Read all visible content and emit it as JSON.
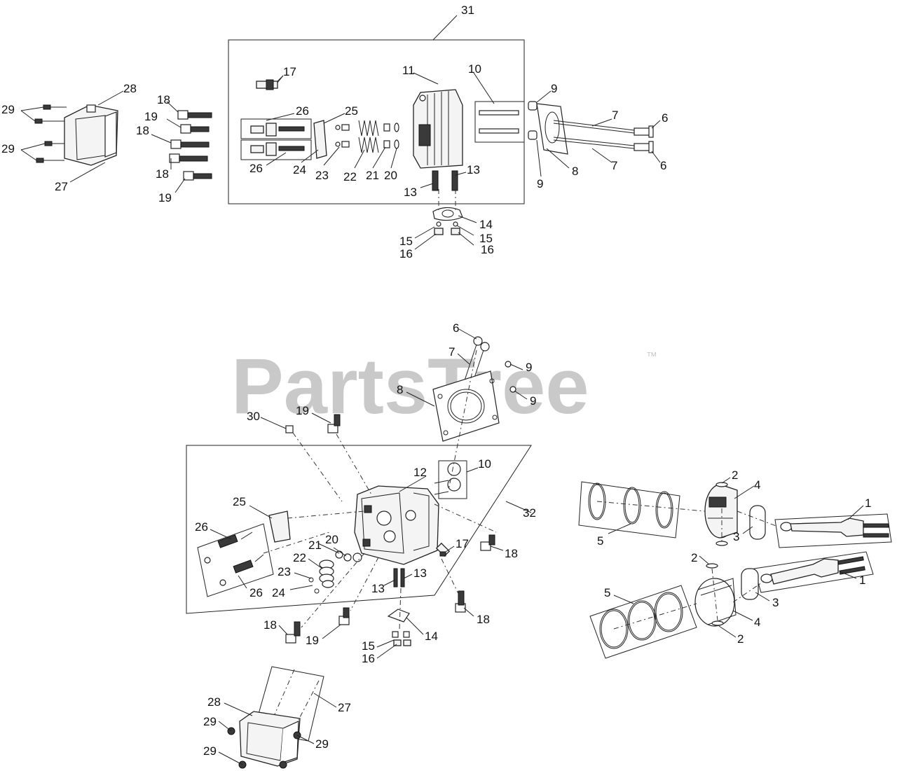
{
  "watermark": {
    "text": "PartsTree",
    "mark": "™"
  },
  "callouts": [
    {
      "id": "c31a",
      "text": "31"
    },
    {
      "id": "c17a",
      "text": "17"
    },
    {
      "id": "c11a",
      "text": "11"
    },
    {
      "id": "c10a",
      "text": "10"
    },
    {
      "id": "c9a",
      "text": "9"
    },
    {
      "id": "c9b",
      "text": "9"
    },
    {
      "id": "c7a",
      "text": "7"
    },
    {
      "id": "c7b",
      "text": "7"
    },
    {
      "id": "c6a",
      "text": "6"
    },
    {
      "id": "c6b",
      "text": "6"
    },
    {
      "id": "c8a",
      "text": "8"
    },
    {
      "id": "c28a",
      "text": "28"
    },
    {
      "id": "c29a",
      "text": "29"
    },
    {
      "id": "c29b",
      "text": "29"
    },
    {
      "id": "c27a",
      "text": "27"
    },
    {
      "id": "c18a",
      "text": "18"
    },
    {
      "id": "c19a",
      "text": "19"
    },
    {
      "id": "c18b",
      "text": "18"
    },
    {
      "id": "c18c",
      "text": "18"
    },
    {
      "id": "c19b",
      "text": "19"
    },
    {
      "id": "c26a",
      "text": "26"
    },
    {
      "id": "c26b",
      "text": "26"
    },
    {
      "id": "c25a",
      "text": "25"
    },
    {
      "id": "c24a",
      "text": "24"
    },
    {
      "id": "c23a",
      "text": "23"
    },
    {
      "id": "c22a",
      "text": "22"
    },
    {
      "id": "c21a",
      "text": "21"
    },
    {
      "id": "c20a",
      "text": "20"
    },
    {
      "id": "c13a",
      "text": "13"
    },
    {
      "id": "c13b",
      "text": "13"
    },
    {
      "id": "c14a",
      "text": "14"
    },
    {
      "id": "c15a",
      "text": "15"
    },
    {
      "id": "c15b",
      "text": "15"
    },
    {
      "id": "c16a",
      "text": "16"
    },
    {
      "id": "c16b",
      "text": "16"
    },
    {
      "id": "c6c",
      "text": "6"
    },
    {
      "id": "c7c",
      "text": "7"
    },
    {
      "id": "c9c",
      "text": "9"
    },
    {
      "id": "c9d",
      "text": "9"
    },
    {
      "id": "c8b",
      "text": "8"
    },
    {
      "id": "c30a",
      "text": "30"
    },
    {
      "id": "c19c",
      "text": "19"
    },
    {
      "id": "c12a",
      "text": "12"
    },
    {
      "id": "c10b",
      "text": "10"
    },
    {
      "id": "c32a",
      "text": "32"
    },
    {
      "id": "c25b",
      "text": "25"
    },
    {
      "id": "c26c",
      "text": "26"
    },
    {
      "id": "c26d",
      "text": "26"
    },
    {
      "id": "c20b",
      "text": "20"
    },
    {
      "id": "c21b",
      "text": "21"
    },
    {
      "id": "c22b",
      "text": "22"
    },
    {
      "id": "c23b",
      "text": "23"
    },
    {
      "id": "c24b",
      "text": "24"
    },
    {
      "id": "c17b",
      "text": "17"
    },
    {
      "id": "c18d",
      "text": "18"
    },
    {
      "id": "c13c",
      "text": "13"
    },
    {
      "id": "c13d",
      "text": "13"
    },
    {
      "id": "c18e",
      "text": "18"
    },
    {
      "id": "c18f",
      "text": "18"
    },
    {
      "id": "c19d",
      "text": "19"
    },
    {
      "id": "c14b",
      "text": "14"
    },
    {
      "id": "c15c",
      "text": "15"
    },
    {
      "id": "c16c",
      "text": "16"
    },
    {
      "id": "c28b",
      "text": "28"
    },
    {
      "id": "c27b",
      "text": "27"
    },
    {
      "id": "c29c",
      "text": "29"
    },
    {
      "id": "c29d",
      "text": "29"
    },
    {
      "id": "c29e",
      "text": "29"
    },
    {
      "id": "c2a",
      "text": "2"
    },
    {
      "id": "c4a",
      "text": "4"
    },
    {
      "id": "c1a",
      "text": "1"
    },
    {
      "id": "c5a",
      "text": "5"
    },
    {
      "id": "c3a",
      "text": "3"
    },
    {
      "id": "c2b",
      "text": "2"
    },
    {
      "id": "c1b",
      "text": "1"
    },
    {
      "id": "c5b",
      "text": "5"
    },
    {
      "id": "c3b",
      "text": "3"
    },
    {
      "id": "c4b",
      "text": "4"
    },
    {
      "id": "c2c",
      "text": "2"
    }
  ]
}
